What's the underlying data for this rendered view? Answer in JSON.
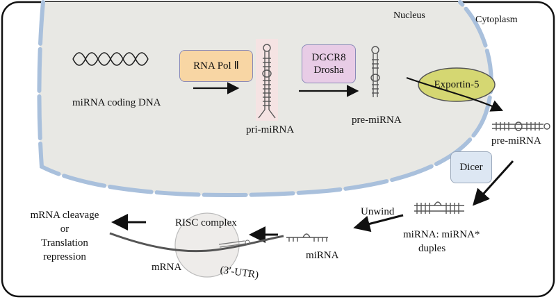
{
  "labels": {
    "nucleus": "Nucleus",
    "cytoplasm": "Cytoplasm",
    "coding_dna": "miRNA coding DNA",
    "rna_pol": "RNA Pol Ⅱ",
    "dgcr8": "DGCR8",
    "drosha": "Drosha",
    "pri_mirna": "pri-miRNA",
    "pre_mirna_nucleus": "pre-miRNA",
    "exportin": "Exportin-5",
    "pre_mirna_cytoplasm": "pre-miRNA",
    "dicer": "Dicer",
    "unwind": "Unwind",
    "duplex_line1": "miRNA: miRNA*",
    "duplex_line2": "duples",
    "mirna": "miRNA",
    "risc": "RISC complex",
    "mrna": "mRNA",
    "utr": "(3′-UTR)",
    "outcome_line1": "mRNA cleavage",
    "outcome_line2": "or",
    "outcome_line3": "Translation",
    "outcome_line4": "repression"
  },
  "colors": {
    "nucleus_fill": "#e8e8e4",
    "membrane": "#a9c0dc",
    "rna_pol_fill": "#f8d6a4",
    "drosha_fill": "#e8cce6",
    "exportin_fill": "#d5d772",
    "dicer_fill": "#dde7f3",
    "pri_bg": "#f5e3e3",
    "risc_fill": "#eeecea"
  }
}
